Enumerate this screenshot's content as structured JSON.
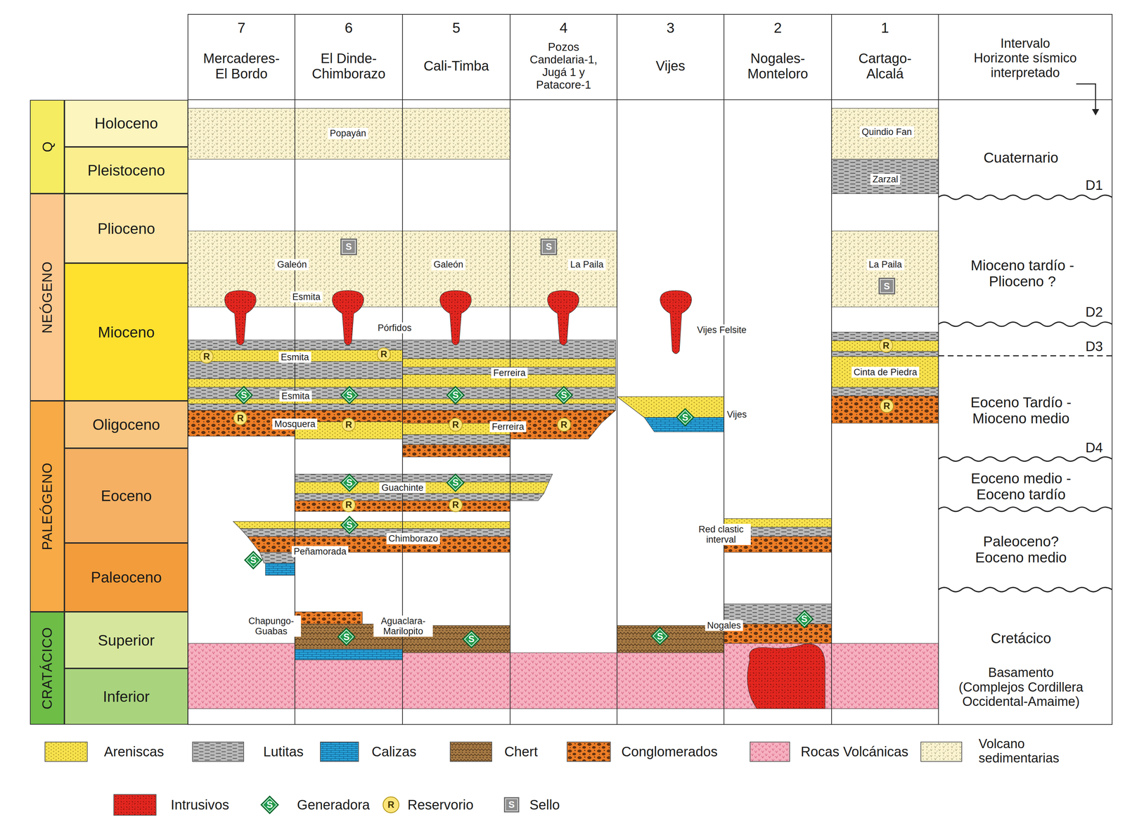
{
  "diagram": {
    "nodes": [
      {
        "text": [
          "7",
          "Mercaderes- El Bordo"
        ]
      },
      {
        "text": [
          "6",
          "El Dinde- Chimborazo"
        ]
      },
      {
        "text": [
          "5",
          "Cali-Timba"
        ]
      },
      {
        "text": [
          "4",
          "Pozos Candelaria-1, Jugá 1 y Patacore-1"
        ]
      },
      {
        "text": [
          "3",
          "Vijes"
        ]
      },
      {
        "text": [
          "2",
          "Nogales- Monteloro"
        ]
      },
      {
        "text": [
          "1",
          "Cartago- Alcalá"
        ]
      },
      {
        "text": [
          "Intervalo Horizonte sísmico interpretado"
        ]
      },
      {
        "text": [
          "Q"
        ]
      },
      {
        "text": [
          "Holoceno"
        ]
      },
      {
        "text": [
          "Pleistoceno"
        ]
      },
      {
        "text": [
          "NEÓGENO"
        ]
      },
      {
        "text": [
          "Plioceno"
        ]
      },
      {
        "text": [
          "Mioceno"
        ]
      },
      {
        "text": [
          "PALEÓGENO"
        ]
      },
      {
        "text": [
          "Oligoceno"
        ]
      },
      {
        "text": [
          "Eoceno"
        ]
      },
      {
        "text": [
          "Paleoceno"
        ]
      },
      {
        "text": [
          "CRATÁCICO"
        ]
      },
      {
        "text": [
          "Superior"
        ]
      },
      {
        "text": [
          "Inferior"
        ]
      },
      {
        "text": [
          "S"
        ]
      },
      {
        "text": [
          "S"
        ]
      },
      {
        "text": [
          "S"
        ]
      },
      {
        "text": [
          "R"
        ]
      },
      {
        "text": [
          "R"
        ]
      },
      {
        "text": [
          "R"
        ]
      },
      {
        "text": [
          "S"
        ]
      },
      {
        "text": [
          "S"
        ]
      },
      {
        "text": [
          "S"
        ]
      },
      {
        "text": [
          "S"
        ]
      },
      {
        "text": [
          "R"
        ]
      },
      {
        "text": [
          "S"
        ]
      },
      {
        "text": [
          "R"
        ]
      },
      {
        "text": [
          "R"
        ]
      },
      {
        "text": [
          "R"
        ]
      },
      {
        "text": [
          "R"
        ]
      },
      {
        "text": [
          "S"
        ]
      },
      {
        "text": [
          "S"
        ]
      },
      {
        "text": [
          "R"
        ]
      },
      {
        "text": [
          "R"
        ]
      },
      {
        "text": [
          "S"
        ]
      },
      {
        "text": [
          "S"
        ]
      },
      {
        "text": [
          "S"
        ]
      },
      {
        "text": [
          "S"
        ]
      },
      {
        "text": [
          "S"
        ]
      },
      {
        "text": [
          "S"
        ]
      }
    ],
    "labels": [
      "Popayán",
      "Galeón",
      "Esmita",
      "Galeón",
      "La Paila",
      "La Paila",
      "Quindio Fan",
      "Zarzal",
      "Pórfidos",
      "Vijes Felsite",
      "Esmita",
      "Ferreira",
      "Cinta de Piedra",
      "Esmita",
      "Vijes",
      "Mosquera",
      "Ferreira",
      "Guachinte",
      "Chimborazo",
      "Peñamorada",
      "Red clastic interval",
      "Chapungo- Guabas",
      "Aguaclara- Marilopito",
      "Nogales",
      "Cuaternario",
      "D1",
      "Mioceno tardío - Plioceno ?",
      "D2",
      "D3",
      "Eoceno Tardío - Mioceno medio",
      "D4",
      "Eoceno medio - Eoceno tardío",
      "Paleoceno? Eoceno medio",
      "Cretácico",
      "Basamento (Complejos Cordillera Occidental-Amaime)",
      "S",
      "R",
      "S"
    ],
    "legend": [
      {
        "text": "Areniscas",
        "color": "#f7e14c"
      },
      {
        "text": "Lutitas",
        "color": "#b9b9b9"
      },
      {
        "text": "Calizas",
        "color": "#27a4dc"
      },
      {
        "text": "Chert",
        "color": "#a87b45"
      },
      {
        "text": "Conglomerados",
        "color": "#ee7d25"
      },
      {
        "text": "Rocas Volcánicas",
        "color": "#f6b0c0"
      },
      {
        "text": "Volcano sedimentarias",
        "color": "#fcf4d0"
      },
      {
        "text": "Intrusivos",
        "color": "#e3261f"
      },
      {
        "text": "Generadora",
        "color": "#1f9a4c"
      },
      {
        "text": "Reservorio",
        "color": "#fbe57a"
      },
      {
        "text": "Sello",
        "color": "#8d8d8d"
      }
    ]
  }
}
